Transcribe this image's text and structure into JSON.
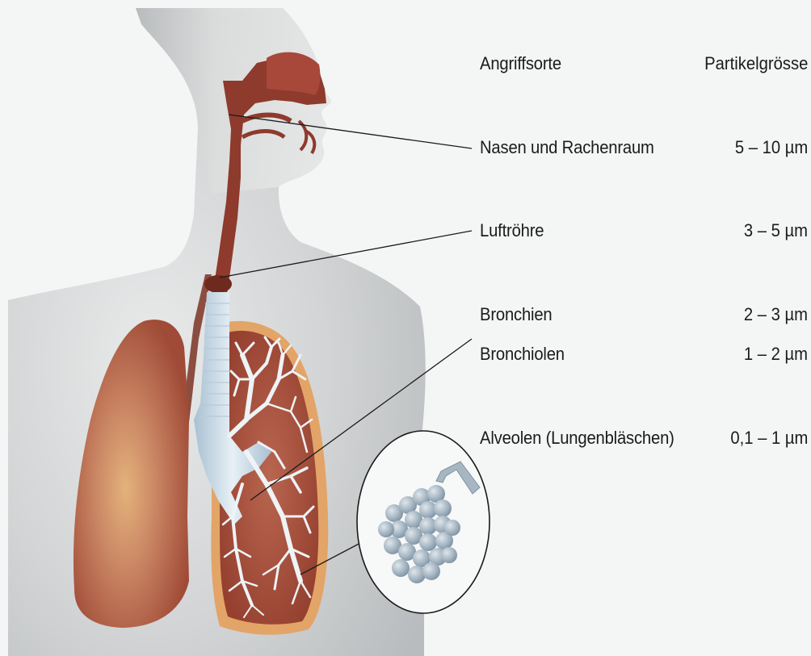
{
  "headers": {
    "site": "Angriffsorte",
    "size": "Partikelgrösse"
  },
  "rows": [
    {
      "site": "Nasen und Rachenraum",
      "size": "5 – 10 µm"
    },
    {
      "site": "Luftröhre",
      "size": "3 – 5 µm"
    },
    {
      "site": "Bronchien",
      "size": "2 – 3 µm"
    },
    {
      "site": "Bronchiolen",
      "size": "1 – 2 µm"
    },
    {
      "site": "Alveolen (Lungenbläschen)",
      "size": "0,1 – 1 µm"
    }
  ],
  "colors": {
    "background": "#f4f5f5",
    "body_silhouette": "#cfd1d2",
    "airway": "#8e3a2c",
    "lung": "#a8523c",
    "lung_glow": "#e0a66e",
    "lung_outline": "#e3a468",
    "bronchi": "#dbe6ee",
    "alveoli": "#9fb1bf",
    "text": "#1b1b1b"
  }
}
